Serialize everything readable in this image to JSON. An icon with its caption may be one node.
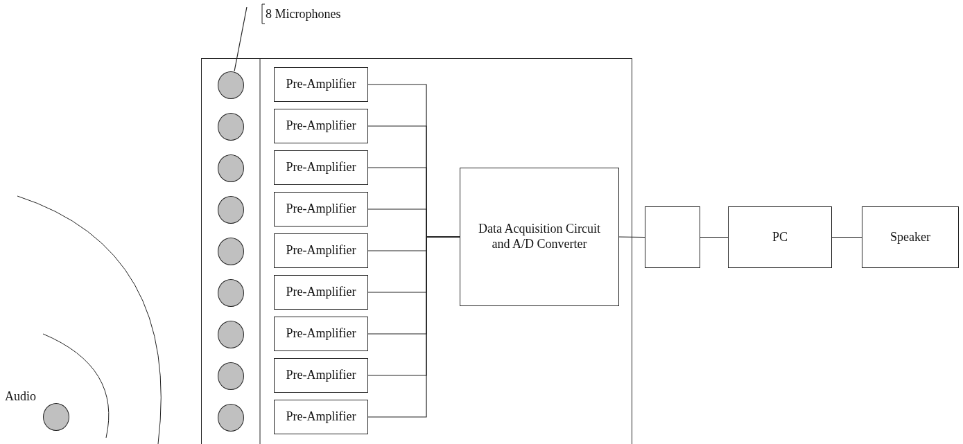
{
  "diagram": {
    "nodes": [
      {
        "text": [],
        "shape": "box"
      },
      {
        "text": [
          "8 Microphones"
        ]
      },
      {
        "text": [],
        "shape": "circle",
        "in": 0
      },
      {
        "text": [],
        "shape": "circle",
        "in": 0
      },
      {
        "text": [],
        "shape": "circle",
        "in": 0
      },
      {
        "text": [],
        "shape": "circle",
        "in": 0
      },
      {
        "text": [],
        "shape": "circle",
        "in": 0
      },
      {
        "text": [],
        "shape": "circle",
        "in": 0
      },
      {
        "text": [],
        "shape": "circle",
        "in": 0
      },
      {
        "text": [],
        "shape": "circle",
        "in": 0
      },
      {
        "text": [],
        "shape": "circle",
        "in": 0
      },
      {
        "text": [
          "Pre-Amplifier"
        ],
        "in": 0
      },
      {
        "text": [
          "Pre-Amplifier"
        ],
        "in": 0
      },
      {
        "text": [
          "Pre-Amplifier"
        ],
        "in": 0
      },
      {
        "text": [
          "Pre-Amplifier"
        ],
        "in": 0
      },
      {
        "text": [
          "Pre-Amplifier"
        ],
        "in": 0
      },
      {
        "text": [
          "Pre-Amplifier"
        ],
        "in": 0
      },
      {
        "text": [
          "Pre-Amplifier"
        ],
        "in": 0
      },
      {
        "text": [
          "Pre-Amplifier"
        ],
        "in": 0
      },
      {
        "text": [
          "Pre-Amplifier"
        ],
        "in": 0
      },
      {
        "text": [
          "Data Acquisition Circuit and A/D Converter"
        ],
        "in": 0
      },
      {
        "text": [],
        "shape": "box"
      },
      {
        "text": [
          "PC"
        ]
      },
      {
        "text": [
          "Speaker"
        ]
      },
      {
        "text": [],
        "shape": "circle",
        "beside": [
          "Audio"
        ]
      }
    ],
    "edges": [
      {
        "from": 1,
        "to": 2,
        "arrow": "none"
      },
      {
        "from": 11,
        "to": 20,
        "arrow": "none"
      },
      {
        "from": 12,
        "to": 20,
        "arrow": "none"
      },
      {
        "from": 13,
        "to": 20,
        "arrow": "none"
      },
      {
        "from": 14,
        "to": 20,
        "arrow": "none"
      },
      {
        "from": 15,
        "to": 20,
        "arrow": "none"
      },
      {
        "from": 16,
        "to": 20,
        "arrow": "none"
      },
      {
        "from": 17,
        "to": 20,
        "arrow": "none"
      },
      {
        "from": 18,
        "to": 20,
        "arrow": "none"
      },
      {
        "from": 19,
        "to": 20,
        "arrow": "none"
      },
      {
        "from": 20,
        "to": 21,
        "arrow": "none"
      },
      {
        "from": 21,
        "to": 22,
        "arrow": "none"
      },
      {
        "from": 22,
        "to": 23,
        "arrow": "none"
      }
    ]
  }
}
